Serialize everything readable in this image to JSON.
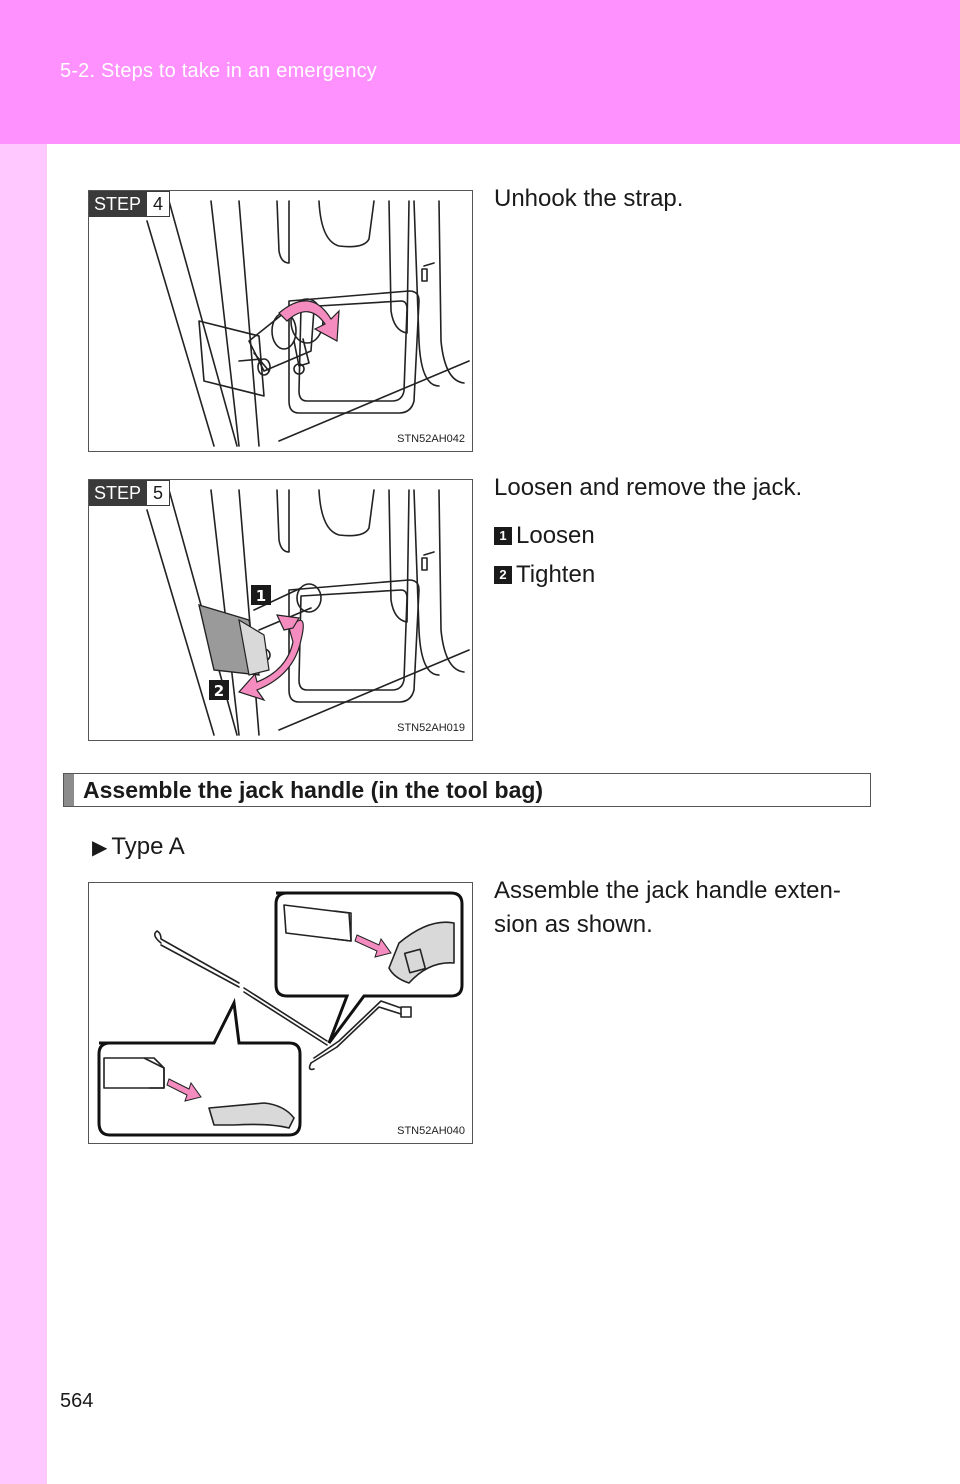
{
  "header": {
    "title": "5-2. Steps to take in an emergency"
  },
  "page_number": "564",
  "step4": {
    "step_word": "STEP",
    "step_number": "4",
    "figure_code": "STN52AH042",
    "instruction": "Unhook the strap."
  },
  "step5": {
    "step_word": "STEP",
    "step_number": "5",
    "figure_code": "STN52AH019",
    "instruction": "Loosen and remove the jack.",
    "callout_1": "1",
    "callout_2": "2",
    "legend": [
      {
        "number": "1",
        "label": "Loosen"
      },
      {
        "number": "2",
        "label": "Tighten"
      }
    ]
  },
  "section": {
    "title": "Assemble the jack handle (in the tool bag)",
    "type_label": "Type A",
    "figure_code": "STN52AH040",
    "instruction": "Assemble the jack handle exten-\nsion as shown."
  },
  "colors": {
    "header_bg": "#ff91ff",
    "side_band": "#ffc8ff",
    "arrow_pink": "#f58cc0"
  }
}
